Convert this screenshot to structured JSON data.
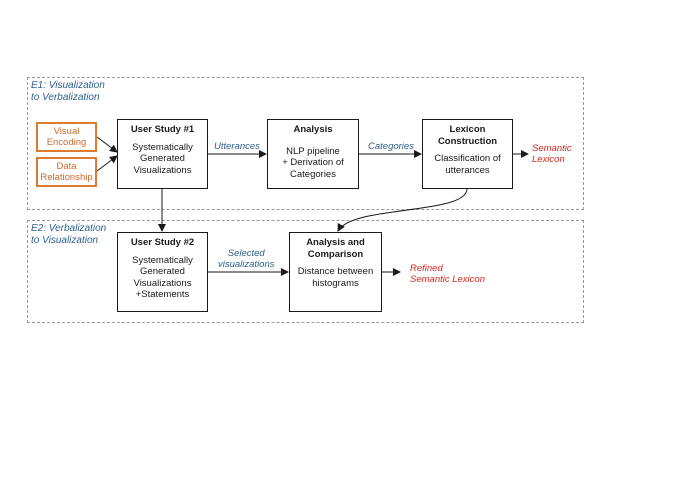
{
  "e1": {
    "label": "E1: Visualization\nto Verbalization",
    "inputs": [
      {
        "label": "Visual\nEncoding"
      },
      {
        "label": "Data\nRelationship"
      }
    ],
    "user_study": {
      "title": "User Study #1",
      "body": "Systematically\nGenerated\nVisualizations"
    },
    "edge_utterances": "Utterances",
    "analysis": {
      "title": "Analysis",
      "body": "NLP pipeline\n+ Derivation of\nCategories"
    },
    "edge_categories": "Categories",
    "lexicon": {
      "title": "Lexicon\nConstruction",
      "body": "Classification of\nutterances"
    },
    "output": "Semantic\nLexicon"
  },
  "e2": {
    "label": "E2: Verbalization\nto Visualization",
    "user_study": {
      "title": "User Study #2",
      "body": "Systematically\nGenerated\nVisualizations\n+Statements"
    },
    "edge_selected": "Selected\nvisualizations",
    "analysis": {
      "title": "Analysis and\nComparison",
      "body": "Distance between\nhistograms"
    },
    "output": "Refined\nSemantic Lexicon"
  },
  "colors": {
    "section_label": "#2f5f8f",
    "input_border": "#e07b32",
    "output_text": "#d6281c",
    "box_border": "#1a1a1a"
  }
}
